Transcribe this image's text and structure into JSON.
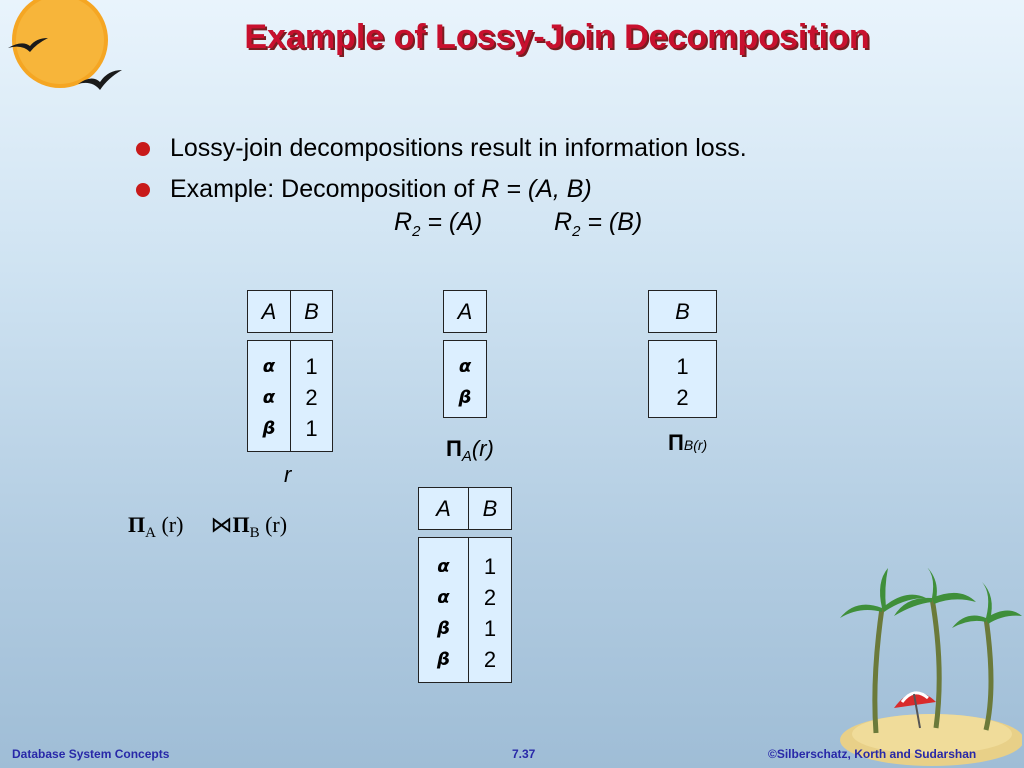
{
  "slide": {
    "title": "Example of Lossy-Join Decomposition",
    "bullets": [
      "Lossy-join decompositions result in information loss.",
      "Example: Decomposition of"
    ],
    "schema": {
      "R": "R",
      "R_def": " = (A, B)",
      "R2a": "R",
      "sub2a": "2",
      "R2a_def": " = (A)",
      "R2b": "R",
      "sub2b": "2",
      "R2b_def": " = (B)"
    }
  },
  "relation_r": {
    "headers": [
      "A",
      "B"
    ],
    "rows": [
      [
        "α",
        "1"
      ],
      [
        "α",
        "2"
      ],
      [
        "β",
        "1"
      ]
    ],
    "caption": "r"
  },
  "relation_piA": {
    "header": "A",
    "rows": [
      "α",
      "β"
    ],
    "caption_sym": "Π",
    "caption_sub": "A",
    "caption_arg": "(r)"
  },
  "relation_piB": {
    "header": "B",
    "rows": [
      "1",
      "2"
    ],
    "caption_sym": "Π",
    "caption_sub": "B(r)"
  },
  "join_expr": {
    "pi1": "Π",
    "sub1": "A",
    "arg1": " (r)",
    "join": "⋈",
    "pi2": "Π",
    "sub2": "B",
    "arg2": " (r)"
  },
  "relation_join": {
    "headers": [
      "A",
      "B"
    ],
    "rows": [
      [
        "α",
        "1"
      ],
      [
        "α",
        "2"
      ],
      [
        "β",
        "1"
      ],
      [
        "β",
        "2"
      ]
    ]
  },
  "footer": {
    "left": "Database System Concepts",
    "center": "7.37",
    "right": "©Silberschatz, Korth and Sudarshan"
  }
}
